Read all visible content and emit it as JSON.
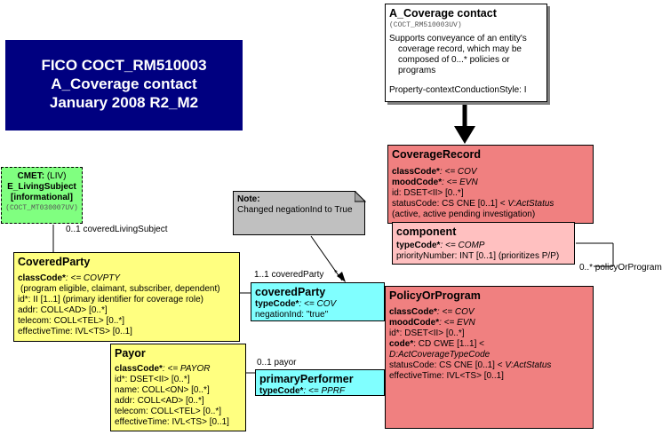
{
  "title": {
    "line1": "FICO COCT_RM510003",
    "line2": "A_Coverage contact",
    "line3": "January 2008  R2_M2"
  },
  "entry": {
    "name": "A_Coverage contact",
    "code": "(COCT_RM510003UV)",
    "description": [
      "Supports conveyance of an entity's",
      "coverage record, which may be",
      "composed of 0...* policies or",
      "programs"
    ],
    "property": "Property-contextConductionStyle: I"
  },
  "coverage_record": {
    "name": "CoverageRecord",
    "class_code_label": "classCode*",
    "class_code_value": ": <= COV",
    "mood_code_label": "moodCode*",
    "mood_code_value": ": <= EVN",
    "id": "id: DSET<II> [0..*]",
    "status_code": "statusCode: CS CNE [0..1] < ",
    "status_code_domain": "V:ActStatus",
    "status_note": "(active, active pending investigation)"
  },
  "component": {
    "name": "component",
    "type_code_label": "typeCode*",
    "type_code_value": ": <= COMP",
    "priority": "priorityNumber: INT [0..1] (prioritizes P/P)"
  },
  "policy": {
    "name": "PolicyOrProgram",
    "class_code_label": "classCode*",
    "class_code_value": ": <= COV",
    "mood_code_label": "moodCode*",
    "mood_code_value": ": <= EVN",
    "id": "id*: DSET<II> [0..*]",
    "code_label": "code*",
    "code_value": ": CD CWE [1..1] <",
    "code_domain": "D:ActCoverageTypeCode",
    "status_code": "statusCode: CS CNE [0..1] < ",
    "status_code_domain": "V:ActStatus",
    "effective_time": "effectiveTime: IVL<TS> [0..1]"
  },
  "covered_party_assoc": {
    "name": "coveredParty",
    "type_code_label": "typeCode*",
    "type_code_value": ": <= COV",
    "negation": "negationInd: \"true\""
  },
  "primary_performer": {
    "name": "primaryPerformer",
    "type_code_label": "typeCode*",
    "type_code_value": ": <= PPRF"
  },
  "covered_party": {
    "name": "CoveredParty",
    "class_code_label": "classCode*",
    "class_code_value": ": <= COVPTY",
    "class_note": "(program eligible, claimant, subscriber, dependent)",
    "id": "id*: II [1..1] (primary identifier for coverage role)",
    "addr": "addr: COLL<AD> [0..*]",
    "telecom": "telecom: COLL<TEL> [0..*]",
    "effective_time": "effectiveTime: IVL<TS> [0..1]"
  },
  "payor": {
    "name": "Payor",
    "class_code_label": "classCode*",
    "class_code_value": ": <= PAYOR",
    "id": "id*: DSET<II> [0..*]",
    "name_attr": "name: COLL<ON> [0..*]",
    "addr": "addr: COLL<AD> [0..*]",
    "telecom": "telecom: COLL<TEL> [0..*]",
    "effective_time": "effectiveTime: IVL<TS> [0..1]"
  },
  "cmet": {
    "label": "CMET:",
    "label_suffix": " (LIV)",
    "name": "E_LivingSubject",
    "kind": "[informational]",
    "code": "(COCT_MT030007UV)"
  },
  "note": {
    "heading": "Note:",
    "text": "Changed negationInd to True"
  },
  "labels": {
    "covered_living_subject": "0..1 coveredLivingSubject",
    "covered_party_mult": "1..1 coveredParty",
    "covered_party_star": "*",
    "policy_or_program": "0..* policyOrProgram",
    "payor_mult": "0..1 payor"
  },
  "colors": {
    "title_bg": "#000080",
    "act": "#f08080",
    "act_relationship": "#ffc0c0",
    "participation": "#80ffff",
    "role": "#ffff80",
    "cmet": "#80ff80",
    "note": "#c0c0c0"
  }
}
